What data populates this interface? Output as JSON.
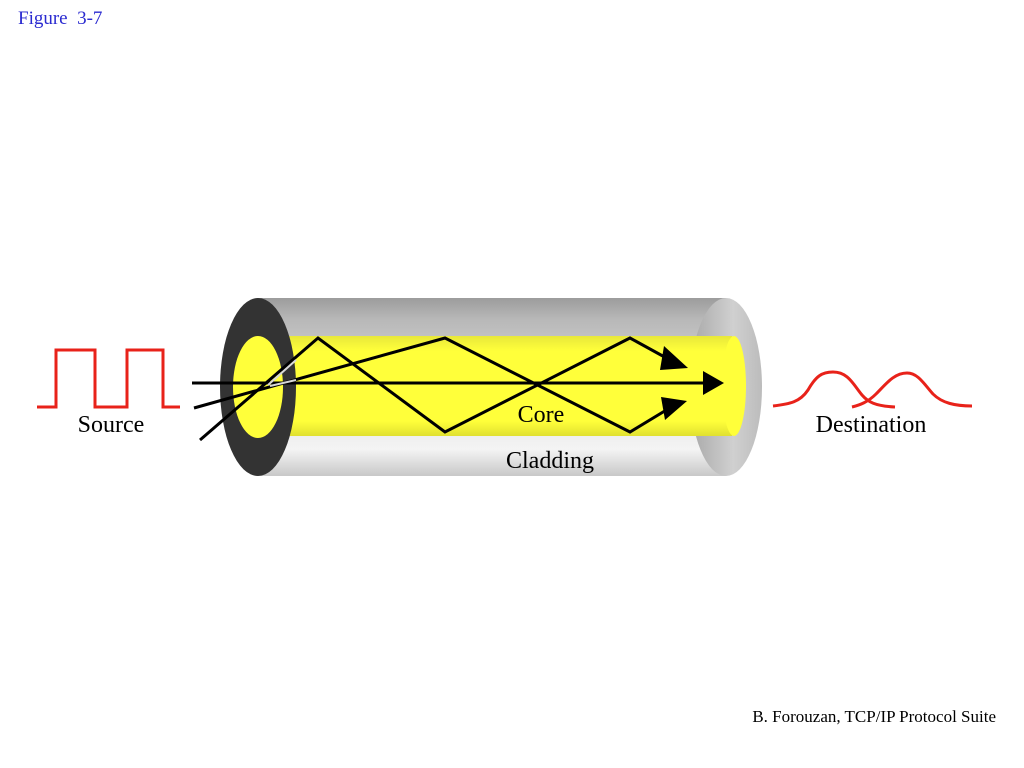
{
  "figure": {
    "label": "Figure  3-7"
  },
  "credit": "B. Forouzan, TCP/IP Protocol Suite",
  "diagram": {
    "labels": {
      "source": "Source",
      "destination": "Destination",
      "core": "Core",
      "cladding": "Cladding"
    },
    "colors": {
      "signal": "#e8221a",
      "core": "#ffff3a",
      "cladding": "#b8b8b8",
      "ray": "#000000",
      "fiber_end": "#333333",
      "figure_label": "#2a2ad0"
    }
  }
}
